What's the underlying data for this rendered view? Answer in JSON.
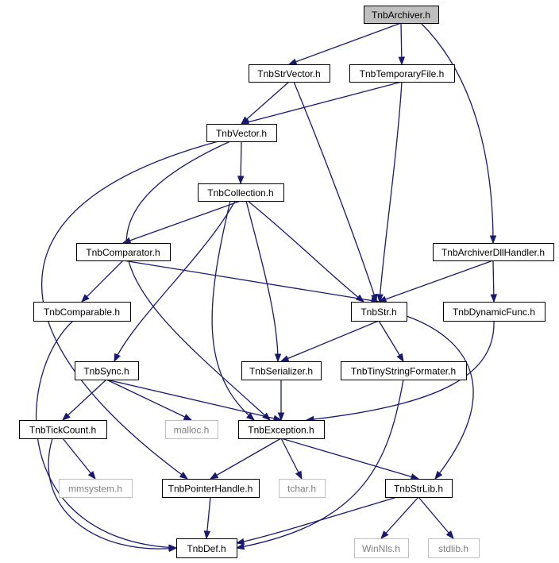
{
  "graph": {
    "nodes": [
      {
        "id": "archiver",
        "label": "TnbArchiver.h",
        "kind": "root"
      },
      {
        "id": "strvector",
        "label": "TnbStrVector.h",
        "kind": "internal"
      },
      {
        "id": "tempfile",
        "label": "TnbTemporaryFile.h",
        "kind": "internal"
      },
      {
        "id": "vector",
        "label": "TnbVector.h",
        "kind": "internal"
      },
      {
        "id": "collection",
        "label": "TnbCollection.h",
        "kind": "internal"
      },
      {
        "id": "comparator",
        "label": "TnbComparator.h",
        "kind": "internal"
      },
      {
        "id": "dllhandler",
        "label": "TnbArchiverDllHandler.h",
        "kind": "internal"
      },
      {
        "id": "comparable",
        "label": "TnbComparable.h",
        "kind": "internal"
      },
      {
        "id": "str",
        "label": "TnbStr.h",
        "kind": "internal"
      },
      {
        "id": "dynfunc",
        "label": "TnbDynamicFunc.h",
        "kind": "internal"
      },
      {
        "id": "sync",
        "label": "TnbSync.h",
        "kind": "internal"
      },
      {
        "id": "serializer",
        "label": "TnbSerializer.h",
        "kind": "internal"
      },
      {
        "id": "tinyfmt",
        "label": "TnbTinyStringFormater.h",
        "kind": "internal"
      },
      {
        "id": "tickcount",
        "label": "TnbTickCount.h",
        "kind": "internal"
      },
      {
        "id": "malloc",
        "label": "malloc.h",
        "kind": "external"
      },
      {
        "id": "exception",
        "label": "TnbException.h",
        "kind": "internal"
      },
      {
        "id": "mmsystem",
        "label": "mmsystem.h",
        "kind": "external"
      },
      {
        "id": "ptrhandle",
        "label": "TnbPointerHandle.h",
        "kind": "internal"
      },
      {
        "id": "tchar",
        "label": "tchar.h",
        "kind": "external"
      },
      {
        "id": "strlib",
        "label": "TnbStrLib.h",
        "kind": "internal"
      },
      {
        "id": "def",
        "label": "TnbDef.h",
        "kind": "internal"
      },
      {
        "id": "winnls",
        "label": "WinNls.h",
        "kind": "external"
      },
      {
        "id": "stdlib",
        "label": "stdlib.h",
        "kind": "external"
      }
    ],
    "edges": [
      {
        "from": "archiver",
        "to": "strvector"
      },
      {
        "from": "archiver",
        "to": "tempfile"
      },
      {
        "from": "archiver",
        "to": "dllhandler"
      },
      {
        "from": "strvector",
        "to": "vector"
      },
      {
        "from": "strvector",
        "to": "str"
      },
      {
        "from": "tempfile",
        "to": "vector"
      },
      {
        "from": "tempfile",
        "to": "str"
      },
      {
        "from": "vector",
        "to": "collection"
      },
      {
        "from": "vector",
        "to": "exception"
      },
      {
        "from": "vector",
        "to": "ptrhandle"
      },
      {
        "from": "collection",
        "to": "comparator"
      },
      {
        "from": "collection",
        "to": "str"
      },
      {
        "from": "collection",
        "to": "sync"
      },
      {
        "from": "collection",
        "to": "serializer"
      },
      {
        "from": "collection",
        "to": "exception"
      },
      {
        "from": "comparator",
        "to": "comparable"
      },
      {
        "from": "comparator",
        "to": "str"
      },
      {
        "from": "comparable",
        "to": "def"
      },
      {
        "from": "dllhandler",
        "to": "str"
      },
      {
        "from": "dllhandler",
        "to": "dynfunc"
      },
      {
        "from": "dynfunc",
        "to": "exception"
      },
      {
        "from": "str",
        "to": "serializer"
      },
      {
        "from": "str",
        "to": "tinyfmt"
      },
      {
        "from": "str",
        "to": "strlib"
      },
      {
        "from": "sync",
        "to": "tickcount"
      },
      {
        "from": "sync",
        "to": "malloc"
      },
      {
        "from": "sync",
        "to": "exception"
      },
      {
        "from": "serializer",
        "to": "exception"
      },
      {
        "from": "tinyfmt",
        "to": "def"
      },
      {
        "from": "tickcount",
        "to": "mmsystem"
      },
      {
        "from": "tickcount",
        "to": "def"
      },
      {
        "from": "exception",
        "to": "ptrhandle"
      },
      {
        "from": "exception",
        "to": "tchar"
      },
      {
        "from": "exception",
        "to": "strlib"
      },
      {
        "from": "ptrhandle",
        "to": "def"
      },
      {
        "from": "strlib",
        "to": "def"
      },
      {
        "from": "strlib",
        "to": "winnls"
      },
      {
        "from": "strlib",
        "to": "stdlib"
      }
    ]
  }
}
